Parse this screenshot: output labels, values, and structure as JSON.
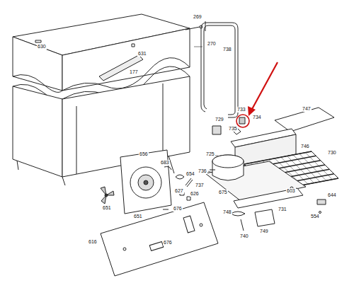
{
  "diagram": {
    "labels": [
      "630",
      "631",
      "177",
      "269",
      "270",
      "738",
      "747",
      "729",
      "733",
      "734",
      "735",
      "746",
      "725",
      "730",
      "736",
      "656",
      "683",
      "654",
      "737",
      "627",
      "626",
      "675",
      "603",
      "644",
      "651",
      "651",
      "676",
      "676",
      "748",
      "731",
      "554",
      "740",
      "749",
      "616"
    ]
  }
}
